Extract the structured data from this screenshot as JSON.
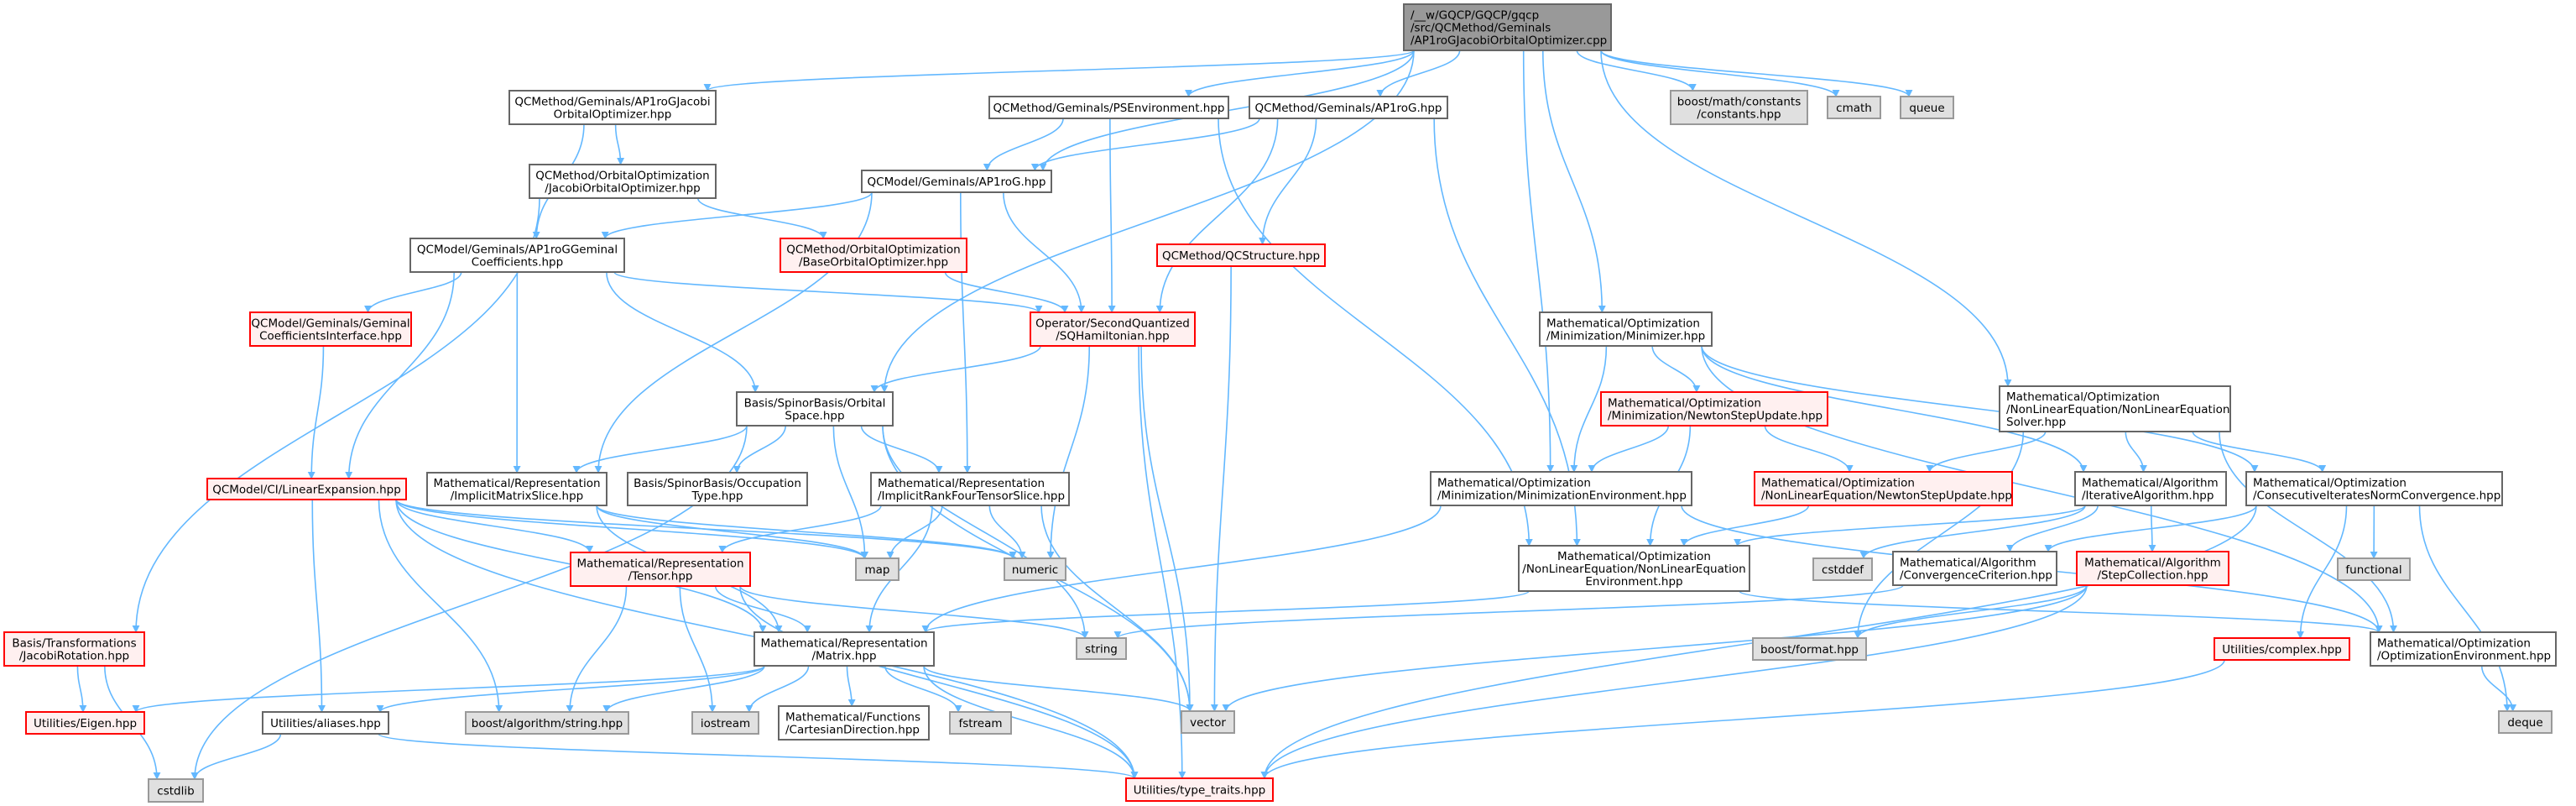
{
  "graph": {
    "styles": {
      "root": {
        "fill": "#999999",
        "stroke": "#666666"
      },
      "normal": {
        "fill": "#ffffff",
        "stroke": "#666666"
      },
      "red": {
        "fill": "#fff0f0",
        "stroke": "#ff0000"
      },
      "gray": {
        "fill": "#e0e0e0",
        "stroke": "#999999"
      },
      "edge": "#63b8ff"
    },
    "nodes": [
      {
        "id": "root",
        "style": "root",
        "lines": [
          "/__w/GQCP/GQCP/gqcp",
          "/src/QCMethod/Geminals",
          "/AP1roGJacobiOrbitalOptimizer.cpp"
        ],
        "align": "left"
      },
      {
        "id": "jacobiOptHpp",
        "style": "normal",
        "lines": [
          "QCMethod/Geminals/AP1roGJacobi",
          "OrbitalOptimizer.hpp"
        ]
      },
      {
        "id": "psEnv",
        "style": "normal",
        "lines": [
          "QCMethod/Geminals/PSEnvironment.hpp"
        ]
      },
      {
        "id": "qcmAp1rog",
        "style": "normal",
        "lines": [
          "QCMethod/Geminals/AP1roG.hpp"
        ]
      },
      {
        "id": "boostConst",
        "style": "gray",
        "lines": [
          "boost/math/constants",
          "/constants.hpp"
        ]
      },
      {
        "id": "cmath",
        "style": "gray",
        "lines": [
          "cmath"
        ]
      },
      {
        "id": "queue",
        "style": "gray",
        "lines": [
          "queue"
        ]
      },
      {
        "id": "jacobiOrbOpt",
        "style": "normal",
        "lines": [
          "QCMethod/OrbitalOptimization",
          "/JacobiOrbitalOptimizer.hpp"
        ]
      },
      {
        "id": "qcmodelAp1rog",
        "style": "normal",
        "lines": [
          "QCModel/Geminals/AP1roG.hpp"
        ]
      },
      {
        "id": "geminalCoeffs",
        "style": "normal",
        "lines": [
          "QCModel/Geminals/AP1roGGeminal",
          "Coefficients.hpp"
        ]
      },
      {
        "id": "baseOrbOpt",
        "style": "red",
        "lines": [
          "QCMethod/OrbitalOptimization",
          "/BaseOrbitalOptimizer.hpp"
        ]
      },
      {
        "id": "qcStructure",
        "style": "red",
        "lines": [
          "QCMethod/QCStructure.hpp"
        ]
      },
      {
        "id": "sqHamiltonian",
        "style": "red",
        "lines": [
          "Operator/SecondQuantized",
          "/SQHamiltonian.hpp"
        ]
      },
      {
        "id": "minimizer",
        "style": "normal",
        "lines": [
          "Mathematical/Optimization",
          "/Minimization/Minimizer.hpp"
        ],
        "align": "left"
      },
      {
        "id": "geminalCoeffsIface",
        "style": "red",
        "lines": [
          "QCModel/Geminals/Geminal",
          "CoefficientsInterface.hpp"
        ]
      },
      {
        "id": "orbitalSpace",
        "style": "normal",
        "lines": [
          "Basis/SpinorBasis/Orbital",
          "Space.hpp"
        ]
      },
      {
        "id": "minNewtonStep",
        "style": "red",
        "lines": [
          "Mathematical/Optimization",
          "/Minimization/NewtonStepUpdate.hpp"
        ],
        "align": "left"
      },
      {
        "id": "nleSolver",
        "style": "normal",
        "lines": [
          "Mathematical/Optimization",
          "/NonLinearEquation/NonLinearEquation",
          "Solver.hpp"
        ],
        "align": "left"
      },
      {
        "id": "linearExpansion",
        "style": "red",
        "lines": [
          "QCModel/CI/LinearExpansion.hpp"
        ]
      },
      {
        "id": "implicitMatrixSlice",
        "style": "normal",
        "lines": [
          "Mathematical/Representation",
          "/ImplicitMatrixSlice.hpp"
        ]
      },
      {
        "id": "occupationType",
        "style": "normal",
        "lines": [
          "Basis/SpinorBasis/Occupation",
          "Type.hpp"
        ]
      },
      {
        "id": "implicitRank4",
        "style": "normal",
        "lines": [
          "Mathematical/Representation",
          "/ImplicitRankFourTensorSlice.hpp"
        ],
        "align": "left"
      },
      {
        "id": "minEnv",
        "style": "normal",
        "lines": [
          "Mathematical/Optimization",
          "/Minimization/MinimizationEnvironment.hpp"
        ],
        "align": "left"
      },
      {
        "id": "nleNewtonStep",
        "style": "red",
        "lines": [
          "Mathematical/Optimization",
          "/NonLinearEquation/NewtonStepUpdate.hpp"
        ],
        "align": "left"
      },
      {
        "id": "iterativeAlgo",
        "style": "normal",
        "lines": [
          "Mathematical/Algorithm",
          "/IterativeAlgorithm.hpp"
        ],
        "align": "left"
      },
      {
        "id": "consecConv",
        "style": "normal",
        "lines": [
          "Mathematical/Optimization",
          "/ConsecutiveIteratesNormConvergence.hpp"
        ],
        "align": "left"
      },
      {
        "id": "map",
        "style": "gray",
        "lines": [
          "map"
        ]
      },
      {
        "id": "numeric",
        "style": "gray",
        "lines": [
          "numeric"
        ]
      },
      {
        "id": "tensor",
        "style": "red",
        "lines": [
          "Mathematical/Representation",
          "/Tensor.hpp"
        ]
      },
      {
        "id": "nleEnv",
        "style": "normal",
        "lines": [
          "Mathematical/Optimization",
          "/NonLinearEquation/NonLinearEquation",
          "Environment.hpp"
        ]
      },
      {
        "id": "cstddef",
        "style": "gray",
        "lines": [
          "cstddef"
        ]
      },
      {
        "id": "convCriterion",
        "style": "normal",
        "lines": [
          "Mathematical/Algorithm",
          "/ConvergenceCriterion.hpp"
        ],
        "align": "left"
      },
      {
        "id": "stepCollection",
        "style": "red",
        "lines": [
          "Mathematical/Algorithm",
          "/StepCollection.hpp"
        ]
      },
      {
        "id": "functional",
        "style": "gray",
        "lines": [
          "functional"
        ]
      },
      {
        "id": "string",
        "style": "gray",
        "lines": [
          "string"
        ]
      },
      {
        "id": "boostFormat",
        "style": "gray",
        "lines": [
          "boost/format.hpp"
        ]
      },
      {
        "id": "complex",
        "style": "red",
        "lines": [
          "Utilities/complex.hpp"
        ]
      },
      {
        "id": "optEnv",
        "style": "normal",
        "lines": [
          "Mathematical/Optimization",
          "/OptimizationEnvironment.hpp"
        ],
        "align": "left"
      },
      {
        "id": "matrix",
        "style": "normal",
        "lines": [
          "Mathematical/Representation",
          "/Matrix.hpp"
        ]
      },
      {
        "id": "jacobiRotation",
        "style": "red",
        "lines": [
          "Basis/Transformations",
          "/JacobiRotation.hpp"
        ]
      },
      {
        "id": "eigen",
        "style": "red",
        "lines": [
          "Utilities/Eigen.hpp"
        ]
      },
      {
        "id": "aliases",
        "style": "normal",
        "lines": [
          "Utilities/aliases.hpp"
        ]
      },
      {
        "id": "boostAlgoString",
        "style": "gray",
        "lines": [
          "boost/algorithm/string.hpp"
        ]
      },
      {
        "id": "iostream",
        "style": "gray",
        "lines": [
          "iostream"
        ]
      },
      {
        "id": "cartesianDir",
        "style": "normal",
        "lines": [
          "Mathematical/Functions",
          "/CartesianDirection.hpp"
        ],
        "align": "left"
      },
      {
        "id": "fstream",
        "style": "gray",
        "lines": [
          "fstream"
        ]
      },
      {
        "id": "vector",
        "style": "gray",
        "lines": [
          "vector"
        ]
      },
      {
        "id": "deque",
        "style": "gray",
        "lines": [
          "deque"
        ]
      },
      {
        "id": "cstdlib",
        "style": "gray",
        "lines": [
          "cstdlib"
        ]
      },
      {
        "id": "typeTraits",
        "style": "red",
        "lines": [
          "Utilities/type_traits.hpp"
        ]
      }
    ],
    "edges": [
      [
        "root",
        "jacobiOptHpp"
      ],
      [
        "root",
        "psEnv"
      ],
      [
        "root",
        "qcmAp1rog"
      ],
      [
        "root",
        "boostConst"
      ],
      [
        "root",
        "cmath"
      ],
      [
        "root",
        "queue"
      ],
      [
        "root",
        "qcmodelAp1rog"
      ],
      [
        "root",
        "orbitalSpace"
      ],
      [
        "root",
        "minimizer"
      ],
      [
        "root",
        "nleSolver"
      ],
      [
        "root",
        "minEnv"
      ],
      [
        "jacobiOptHpp",
        "jacobiOrbOpt"
      ],
      [
        "jacobiOptHpp",
        "geminalCoeffs"
      ],
      [
        "jacobiOrbOpt",
        "baseOrbOpt"
      ],
      [
        "jacobiOrbOpt",
        "jacobiRotation"
      ],
      [
        "psEnv",
        "qcmodelAp1rog"
      ],
      [
        "psEnv",
        "sqHamiltonian"
      ],
      [
        "psEnv",
        "nleEnv"
      ],
      [
        "qcmAp1rog",
        "qcmodelAp1rog"
      ],
      [
        "qcmAp1rog",
        "sqHamiltonian"
      ],
      [
        "qcmAp1rog",
        "qcStructure"
      ],
      [
        "qcmAp1rog",
        "nleEnv"
      ],
      [
        "qcmodelAp1rog",
        "geminalCoeffs"
      ],
      [
        "qcmodelAp1rog",
        "sqHamiltonian"
      ],
      [
        "qcmodelAp1rog",
        "implicitMatrixSlice"
      ],
      [
        "qcmodelAp1rog",
        "implicitRank4"
      ],
      [
        "geminalCoeffs",
        "geminalCoeffsIface"
      ],
      [
        "geminalCoeffs",
        "linearExpansion"
      ],
      [
        "geminalCoeffs",
        "implicitMatrixSlice"
      ],
      [
        "geminalCoeffs",
        "orbitalSpace"
      ],
      [
        "geminalCoeffs",
        "sqHamiltonian"
      ],
      [
        "baseOrbOpt",
        "sqHamiltonian"
      ],
      [
        "qcStructure",
        "vector"
      ],
      [
        "sqHamiltonian",
        "orbitalSpace"
      ],
      [
        "sqHamiltonian",
        "numeric"
      ],
      [
        "sqHamiltonian",
        "vector"
      ],
      [
        "sqHamiltonian",
        "typeTraits"
      ],
      [
        "minimizer",
        "minNewtonStep"
      ],
      [
        "minimizer",
        "minEnv"
      ],
      [
        "minimizer",
        "iterativeAlgo"
      ],
      [
        "minimizer",
        "consecConv"
      ],
      [
        "minimizer",
        "optEnv"
      ],
      [
        "geminalCoeffsIface",
        "linearExpansion"
      ],
      [
        "orbitalSpace",
        "implicitMatrixSlice"
      ],
      [
        "orbitalSpace",
        "occupationType"
      ],
      [
        "orbitalSpace",
        "implicitRank4"
      ],
      [
        "orbitalSpace",
        "map"
      ],
      [
        "orbitalSpace",
        "vector"
      ],
      [
        "orbitalSpace",
        "string"
      ],
      [
        "orbitalSpace",
        "cstdlib"
      ],
      [
        "minNewtonStep",
        "minEnv"
      ],
      [
        "minNewtonStep",
        "nleNewtonStep"
      ],
      [
        "minNewtonStep",
        "nleEnv"
      ],
      [
        "nleSolver",
        "nleNewtonStep"
      ],
      [
        "nleSolver",
        "iterativeAlgo"
      ],
      [
        "nleSolver",
        "consecConv"
      ],
      [
        "nleSolver",
        "optEnv"
      ],
      [
        "nleSolver",
        "boostFormat"
      ],
      [
        "minEnv",
        "matrix"
      ],
      [
        "minEnv",
        "optEnv"
      ],
      [
        "nleNewtonStep",
        "nleEnv"
      ],
      [
        "iterativeAlgo",
        "nleEnv"
      ],
      [
        "iterativeAlgo",
        "cstddef"
      ],
      [
        "iterativeAlgo",
        "convCriterion"
      ],
      [
        "iterativeAlgo",
        "stepCollection"
      ],
      [
        "consecConv",
        "convCriterion"
      ],
      [
        "consecConv",
        "functional"
      ],
      [
        "consecConv",
        "complex"
      ],
      [
        "consecConv",
        "deque"
      ],
      [
        "consecConv",
        "typeTraits"
      ],
      [
        "nleEnv",
        "matrix"
      ],
      [
        "nleEnv",
        "optEnv"
      ],
      [
        "convCriterion",
        "string"
      ],
      [
        "stepCollection",
        "boostFormat"
      ],
      [
        "stepCollection",
        "vector"
      ],
      [
        "stepCollection",
        "typeTraits"
      ],
      [
        "complex",
        "typeTraits"
      ],
      [
        "optEnv",
        "deque"
      ],
      [
        "linearExpansion",
        "tensor"
      ],
      [
        "linearExpansion",
        "matrix"
      ],
      [
        "linearExpansion",
        "aliases"
      ],
      [
        "linearExpansion",
        "boostAlgoString"
      ],
      [
        "linearExpansion",
        "typeTraits"
      ],
      [
        "linearExpansion",
        "map"
      ],
      [
        "linearExpansion",
        "numeric"
      ],
      [
        "implicitMatrixSlice",
        "map"
      ],
      [
        "implicitMatrixSlice",
        "numeric"
      ],
      [
        "implicitMatrixSlice",
        "matrix"
      ],
      [
        "implicitRank4",
        "map"
      ],
      [
        "implicitRank4",
        "numeric"
      ],
      [
        "implicitRank4",
        "tensor"
      ],
      [
        "implicitRank4",
        "matrix"
      ],
      [
        "implicitRank4",
        "vector"
      ],
      [
        "tensor",
        "matrix"
      ],
      [
        "tensor",
        "string"
      ],
      [
        "tensor",
        "boostAlgoString"
      ],
      [
        "tensor",
        "iostream"
      ],
      [
        "tensor",
        "typeTraits"
      ],
      [
        "matrix",
        "eigen"
      ],
      [
        "matrix",
        "aliases"
      ],
      [
        "matrix",
        "boostAlgoString"
      ],
      [
        "matrix",
        "iostream"
      ],
      [
        "matrix",
        "cartesianDir"
      ],
      [
        "matrix",
        "fstream"
      ],
      [
        "matrix",
        "vector"
      ],
      [
        "matrix",
        "typeTraits"
      ],
      [
        "jacobiRotation",
        "eigen"
      ],
      [
        "jacobiRotation",
        "cstdlib"
      ],
      [
        "aliases",
        "cstdlib"
      ],
      [
        "aliases",
        "typeTraits"
      ]
    ]
  }
}
